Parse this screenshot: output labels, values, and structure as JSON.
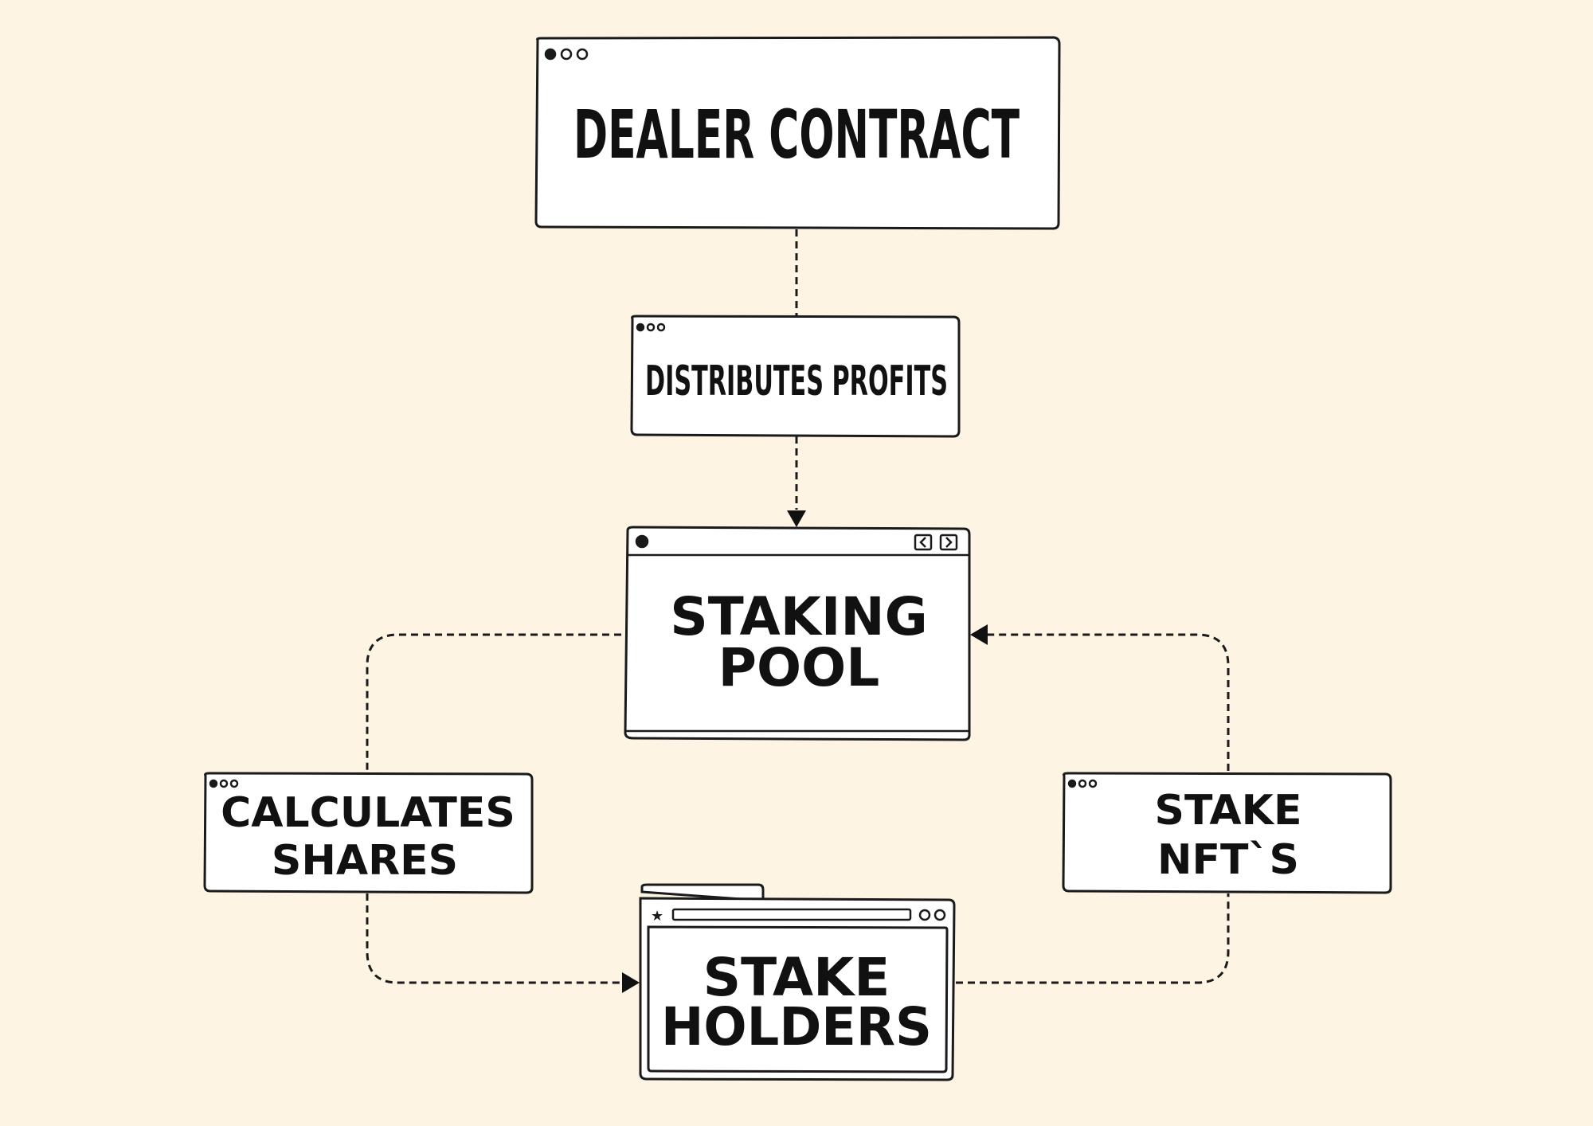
{
  "diagram": {
    "background": "#FDF4E4",
    "stroke_color": "#1a1a1a",
    "box_fill": "#FFFFFF",
    "nodes": {
      "dealer_contract": {
        "line1": "DEALER CONTRACT"
      },
      "distributes_profits": {
        "line1": "DISTRIBUTES PROFITS"
      },
      "staking_pool": {
        "line1": "STAKING",
        "line2": "POOL"
      },
      "calculates_shares": {
        "line1": "CALCULATES",
        "line2": "SHARES"
      },
      "stake_nfts": {
        "line1": "STAKE",
        "line2": "NFT`S"
      },
      "stake_holders": {
        "line1": "STAKE",
        "line2": "HOLDERS"
      }
    },
    "edges": [
      {
        "from": "dealer_contract",
        "to": "staking_pool",
        "label_node": "distributes_profits",
        "style": "dashed",
        "arrow": "end"
      },
      {
        "from": "staking_pool",
        "to": "stake_holders",
        "label_node": "calculates_shares",
        "style": "dashed",
        "arrow": "end"
      },
      {
        "from": "stake_holders",
        "to": "staking_pool",
        "label_node": "stake_nfts",
        "style": "dashed",
        "arrow": "end"
      }
    ]
  }
}
